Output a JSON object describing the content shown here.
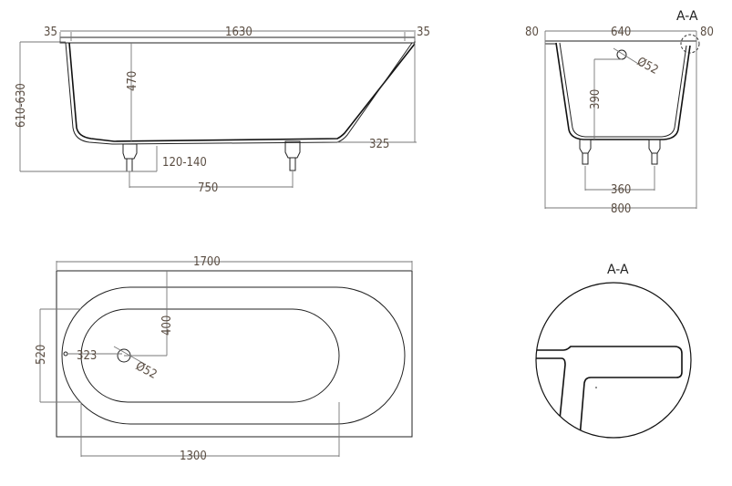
{
  "side_view": {
    "top_left": "35",
    "length_inner": "1630",
    "top_right": "35",
    "total_height": "610-630",
    "depth": "470",
    "leg_adjust": "120-140",
    "leg_spacing": "750",
    "slope_offset": "325"
  },
  "section_view": {
    "title": "A-A",
    "rim_left": "80",
    "inner_width": "640",
    "rim_right": "80",
    "drain_diameter": "Ø52",
    "drain_height": "390",
    "leg_spacing": "360",
    "total_width": "800"
  },
  "top_view": {
    "length": "1700",
    "drain_offset": "400",
    "width_inner": "520",
    "drain_from_edge": "323",
    "drain_diameter": "Ø52",
    "inner_length": "1300"
  },
  "detail_view": {
    "title": "A-A"
  }
}
